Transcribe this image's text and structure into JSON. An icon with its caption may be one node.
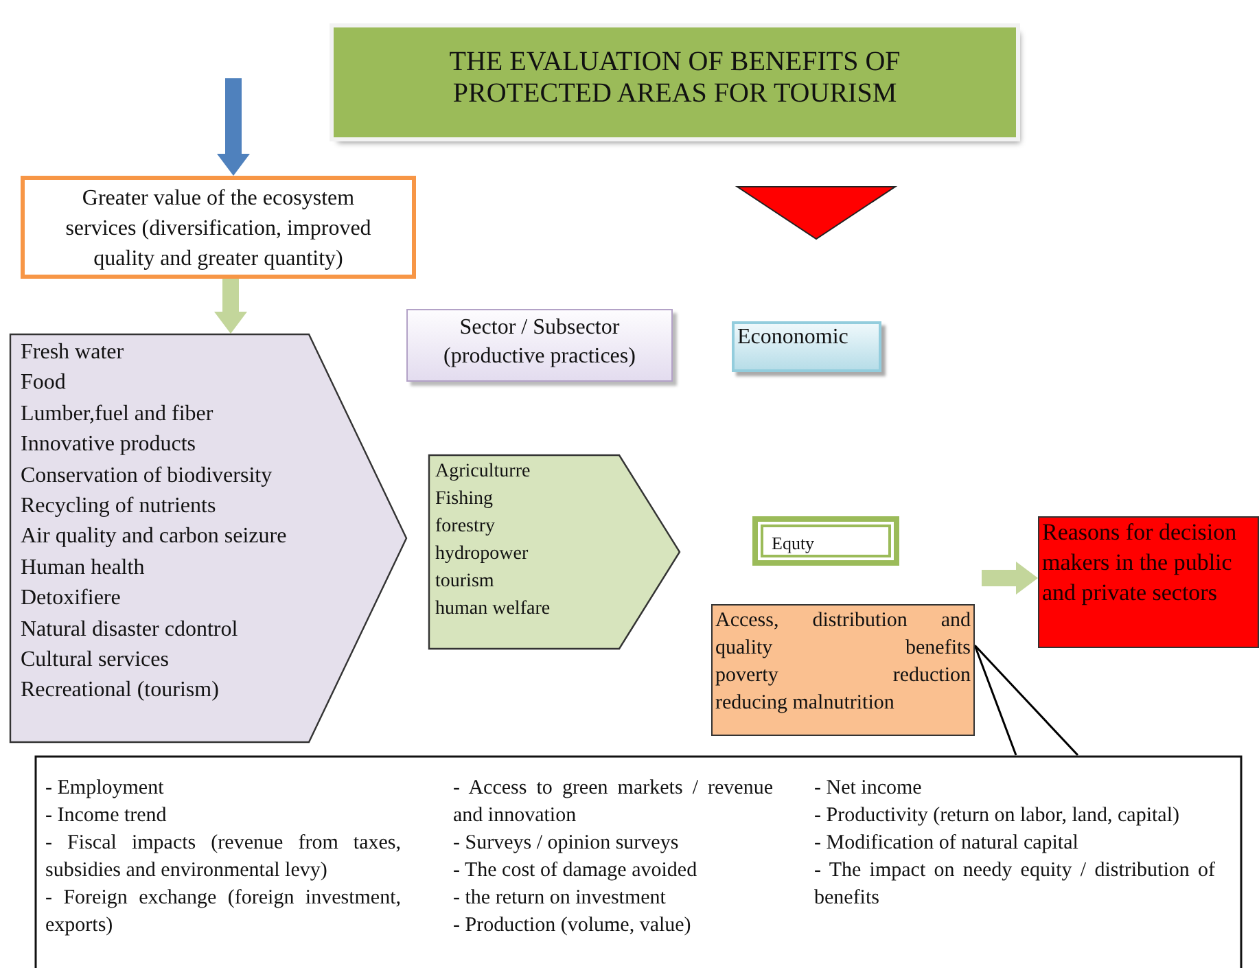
{
  "diagram": {
    "nodes": [
      {
        "text": [
          "THE EVALUATION OF BENEFITS OF PROTECTED AREAS FOR TOURISM"
        ]
      },
      {
        "text": [
          "Greater value of the ecosystem services (diversification, improved quality and greater quantity)"
        ]
      },
      {
        "text": [],
        "shape": "triangle"
      },
      {
        "text": [
          "Sector / Subsector (productive practices)"
        ]
      },
      {
        "text": [
          "Econonomic"
        ]
      },
      {
        "text": [
          "Fresh water",
          "Food",
          "Lumber,fuel and fiber",
          "Innovative products",
          "Conservation of biodiversity",
          "Recycling of nutrients",
          "Air quality and carbon seizure",
          "Human health",
          "Detoxifiere",
          "Natural disaster cdontrol",
          "Cultural services",
          "Recreational (tourism)"
        ]
      },
      {
        "text": [
          "Agriculturre",
          "Fishing",
          "forestry",
          "hydropower",
          "tourism",
          "human welfare"
        ]
      },
      {
        "text": [
          "Equty"
        ]
      },
      {
        "text": [
          "Reasons for decision makers in the public and private sectors"
        ]
      },
      {
        "text": [
          "Access, distribution and quality benefits",
          "poverty reduction",
          "reducing malnutrition"
        ]
      },
      {
        "text": [
          "- Employment",
          "- Income trend",
          "- Fiscal impacts (revenue from taxes, subsidies and environmental levy)",
          "- Foreign exchange (foreign investment, exports)",
          "- Access to green markets / revenue and innovation",
          "- Surveys / opinion surveys",
          "- The cost of damage avoided",
          "- the return on investment",
          "- Production (volume, value)",
          "- Net income",
          "- Productivity (return on labor, land, capital)",
          "- Modification of natural capital",
          "- The impact on needy equity / distribution of benefits"
        ]
      }
    ],
    "edges": [
      {
        "from": null,
        "to": 1,
        "arrow": "to",
        "color": "#4f81bd"
      },
      {
        "from": 1,
        "to": 5,
        "arrow": "to",
        "color": "#c3d69b"
      },
      {
        "from": null,
        "to": 8,
        "arrow": "to",
        "color": "#c3d69b"
      },
      {
        "from": 10,
        "to": 9,
        "arrow": "none",
        "color": "#000000"
      }
    ]
  }
}
